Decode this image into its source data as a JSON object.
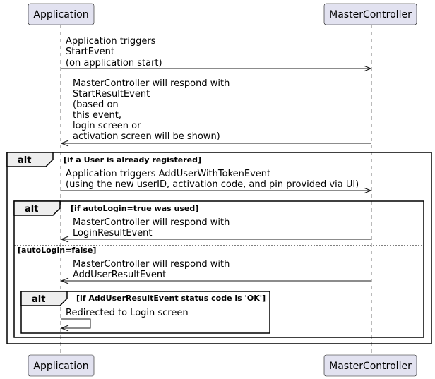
{
  "participants": {
    "application": "Application",
    "master_controller": "MasterController"
  },
  "messages": {
    "m1": [
      "Application triggers",
      "StartEvent",
      "(on application start)"
    ],
    "m2": [
      "MasterController will respond with",
      "StartResultEvent",
      "(based on",
      "this event,",
      "login screen or",
      "activation screen will be shown)"
    ],
    "m3": [
      "Application triggers AddUserWithTokenEvent",
      "(using the new userID, activation code, and pin provided via UI)"
    ],
    "m4": [
      "MasterController will respond with",
      "LoginResultEvent"
    ],
    "m5": [
      "MasterController will respond with",
      "AddUserResultEvent"
    ],
    "m6": [
      "Redirected to Login screen"
    ]
  },
  "frames": {
    "outer": {
      "keyword": "alt",
      "condition": "[if a User is already registered]"
    },
    "login": {
      "keyword": "alt",
      "condition": "[if autoLogin=true was used]",
      "else_condition": "[autoLogin=false]"
    },
    "adduser": {
      "keyword": "alt",
      "condition": "[if AddUserResultEvent status code is 'OK']"
    }
  },
  "colors": {
    "participant_fill": "#E2E2F0",
    "participant_border": "#181818",
    "lifeline": "#181818",
    "frame_header_fill": "#EEEEEE"
  }
}
